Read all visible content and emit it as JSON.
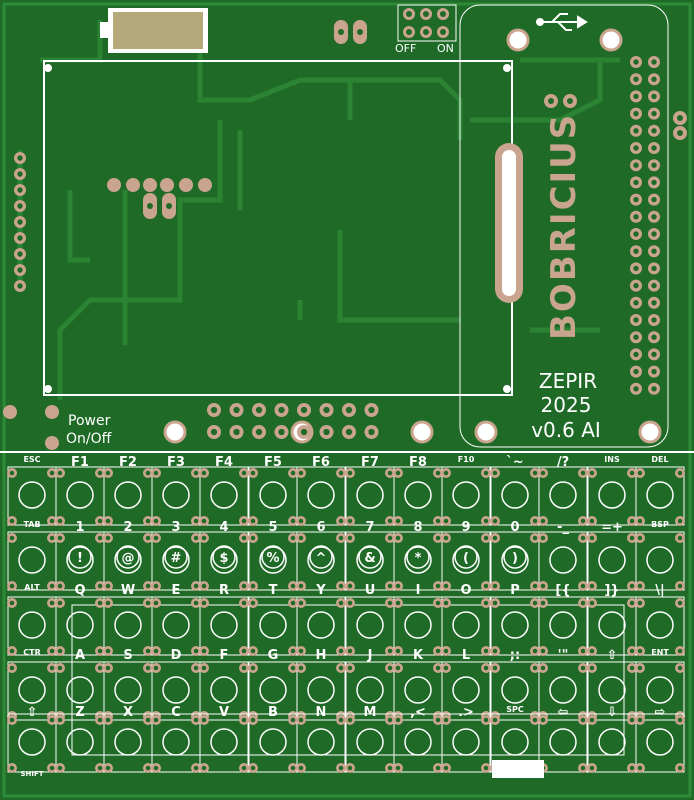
{
  "board": {
    "title": "ZEPIR",
    "year": "2025",
    "version": "v0.6 AI",
    "brand": "BOBRICIUS",
    "power_label_1": "Power",
    "power_label_2": "On/Off",
    "switch_off": "OFF",
    "switch_on": "ON",
    "usb_symbol": "usb-icon"
  },
  "colors": {
    "board": "#1e6a26",
    "copper": "#2c8a35",
    "pad": "#c9a48f",
    "silk": "#ffffff"
  },
  "keyboard": {
    "rows": [
      [
        "ESC",
        "F1",
        "F2",
        "F3",
        "F4",
        "F5",
        "F6",
        "F7",
        "F8",
        "F10",
        "`~",
        "/?",
        "INS",
        "DEL"
      ],
      [
        "TAB",
        "1",
        "2",
        "3",
        "4",
        "5",
        "6",
        "7",
        "8",
        "9",
        "0",
        "-_",
        "=+",
        "BSP"
      ],
      [
        "",
        "!",
        "@",
        "#",
        "$",
        "%",
        "^",
        "&",
        "*",
        "(",
        ")",
        "",
        "",
        ""
      ],
      [
        "ALT",
        "Q",
        "W",
        "E",
        "R",
        "T",
        "Y",
        "U",
        "I",
        "O",
        "P",
        "[{",
        "]}",
        "\\|"
      ],
      [
        "CTR",
        "A",
        "S",
        "D",
        "F",
        "G",
        "H",
        "J",
        "K",
        "L",
        ";:",
        "'\"",
        "⇧",
        "ENT"
      ],
      [
        "⇧",
        "Z",
        "X",
        "C",
        "V",
        "B",
        "N",
        "M",
        ",<",
        ".>",
        "SPC",
        "⇦",
        "⇩",
        "⇨"
      ]
    ],
    "bottom_left": "SHIFT"
  }
}
